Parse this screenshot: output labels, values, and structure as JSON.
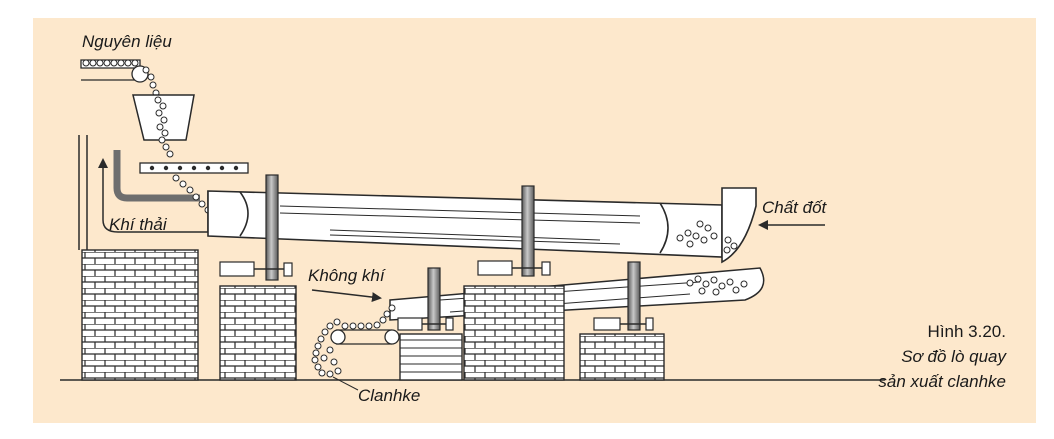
{
  "colors": {
    "background": "#fde8cc",
    "line": "#2a2a2a",
    "brick": "#ffffff",
    "shaft": "#8a8a8a"
  },
  "labels": {
    "raw_material": "Nguyên liệu",
    "exhaust_gas": "Khí thải",
    "fuel": "Chất đốt",
    "air": "Không khí",
    "clinker": "Clanhke"
  },
  "caption": {
    "number": "Hình 3.20.",
    "line1": "Sơ đồ lò quay",
    "line2": "sản xuất clanhke"
  }
}
